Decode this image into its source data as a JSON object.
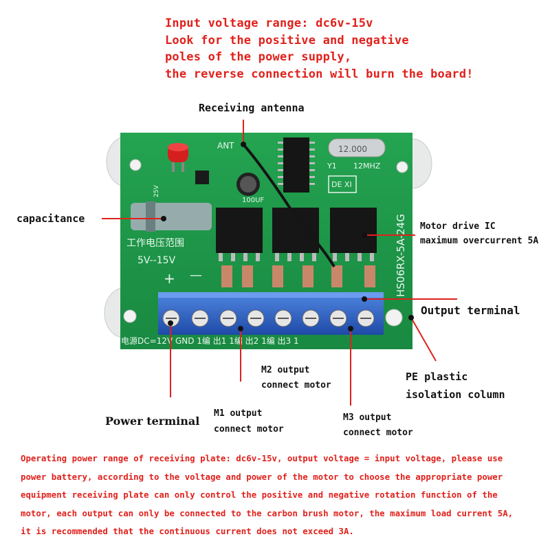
{
  "top_warning": {
    "line1": "Input voltage range: dc6v-15v",
    "line2": "Look for the positive and negative",
    "line3": "poles of the power supply,",
    "line4": "the reverse connection will burn the board!"
  },
  "labels": {
    "antenna": "Receiving antenna",
    "capacitance": "capacitance",
    "motor_ic_line1": "Motor drive IC",
    "motor_ic_line2": "maximum overcurrent 5A",
    "output_terminal": "Output terminal",
    "pe_line1": "PE plastic",
    "pe_line2": "isolation column",
    "m2_line1": "M2 output",
    "m2_line2": "connect motor",
    "power_terminal": "Power terminal",
    "m1_line1": "M1 output",
    "m1_line2": "connect motor",
    "m3_line1": "M3 output",
    "m3_line2": "connect motor"
  },
  "board_text": {
    "ant": "ANT",
    "crystal": "12.000",
    "y1": "Y1",
    "mhz": "12MHZ",
    "dexi": "DE XI",
    "cap_value": "100UF",
    "voltage_cn": "工作电压范围",
    "voltage_range": "5V--15V",
    "plus": "+",
    "minus": "—",
    "model": "HS06RX-5A-24G",
    "terminal_text": "电源DC=12V GND 1编 出1 1编 出2 1编 出3 1",
    "v25": "25V"
  },
  "bottom_note": {
    "line1": "Operating power range of receiving plate: dc6v-15v, output voltage = input voltage, please use",
    "line2": "power battery, according to the voltage and power of the motor to choose the appropriate power",
    "line3": "equipment receiving plate can only control the positive and negative rotation function of the",
    "line4": "motor, each output can only be connected to the carbon brush motor, the maximum load current 5A,",
    "line5": "it is recommended that the continuous current does not exceed 3A."
  },
  "colors": {
    "warning_red": "#e0211c",
    "pcb_green": "#1f9a4a",
    "terminal_blue": "#2f5fc0"
  }
}
